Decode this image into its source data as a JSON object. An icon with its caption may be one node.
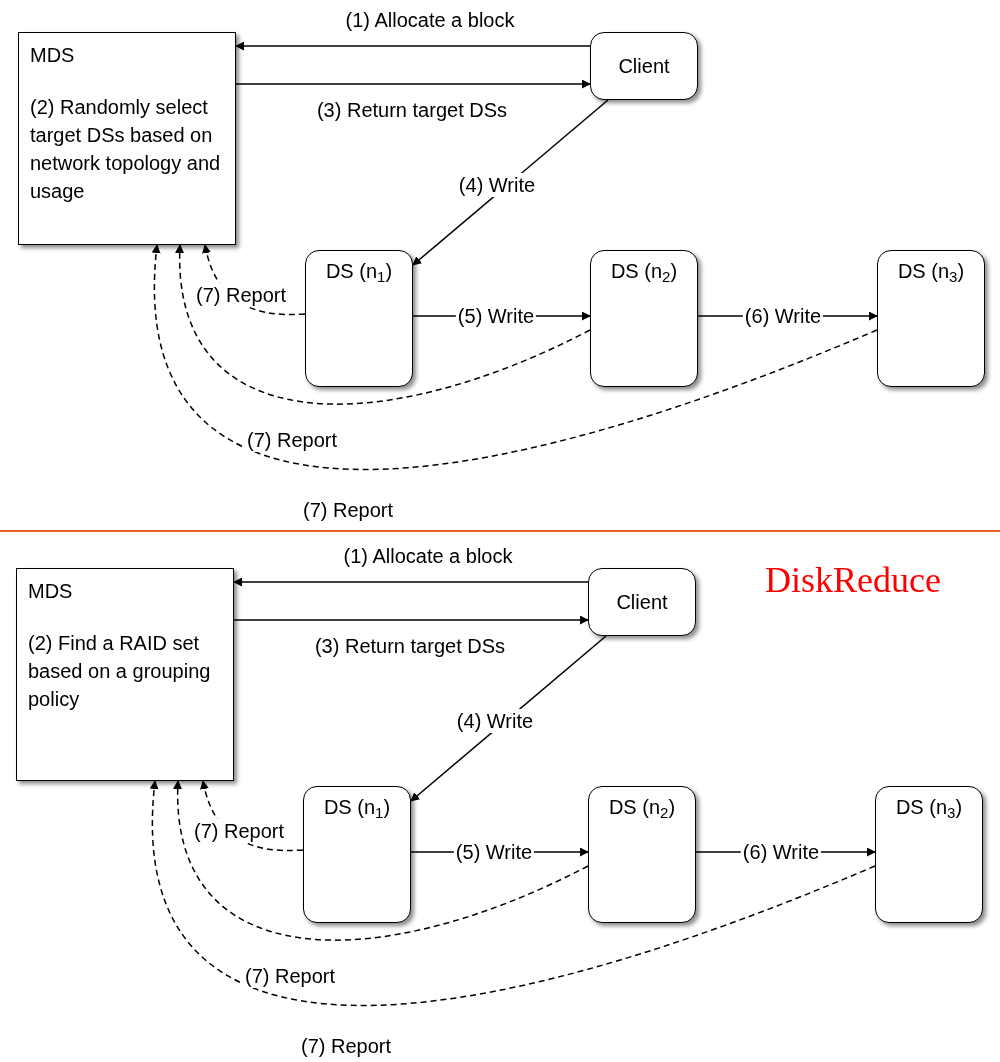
{
  "diagram": {
    "nodes": [
      {
        "text": [
          "MDS",
          "(2) Randomly select target DSs based on network topology and usage"
        ]
      },
      {
        "text": [
          "Client"
        ]
      },
      {
        "text": [
          "DS (n$_{1}$)"
        ]
      },
      {
        "text": [
          "DS (n$_{2}$)"
        ]
      },
      {
        "text": [
          "DS (n$_{3}$)"
        ]
      },
      {
        "text": [
          "MDS",
          "(2) Find a RAID set based on a grouping policy"
        ]
      },
      {
        "text": [
          "Client"
        ]
      },
      {
        "text": [
          "DS (n$_{1}$)"
        ]
      },
      {
        "text": [
          "DS (n$_{2}$)"
        ]
      },
      {
        "text": [
          "DS (n$_{3}$)"
        ]
      }
    ],
    "edges": [
      {
        "from": 1,
        "to": 0,
        "arrow": "to",
        "label": "(1) Allocate a block"
      },
      {
        "from": 0,
        "to": 1,
        "arrow": "to",
        "label": "(3) Return target DSs"
      },
      {
        "from": 1,
        "to": 2,
        "arrow": "to",
        "label": "(4) Write"
      },
      {
        "from": 2,
        "to": 3,
        "arrow": "to",
        "label": "(5) Write"
      },
      {
        "from": 3,
        "to": 4,
        "arrow": "to",
        "label": "(6) Write"
      },
      {
        "from": 2,
        "to": 0,
        "arrow": "to",
        "label": "(7) Report",
        "style": "dashed"
      },
      {
        "from": 3,
        "to": 0,
        "arrow": "to",
        "label": "(7) Report",
        "style": "dashed"
      },
      {
        "from": 4,
        "to": 0,
        "arrow": "to",
        "label": "(7) Report",
        "style": "dashed"
      },
      {
        "from": 6,
        "to": 5,
        "arrow": "to",
        "label": "(1) Allocate a block"
      },
      {
        "from": 5,
        "to": 6,
        "arrow": "to",
        "label": "(3) Return target DSs"
      },
      {
        "from": 6,
        "to": 7,
        "arrow": "to",
        "label": "(4) Write"
      },
      {
        "from": 7,
        "to": 8,
        "arrow": "to",
        "label": "(5) Write"
      },
      {
        "from": 8,
        "to": 9,
        "arrow": "to",
        "label": "(6) Write"
      },
      {
        "from": 7,
        "to": 5,
        "arrow": "to",
        "label": "(7) Report",
        "style": "dashed"
      },
      {
        "from": 8,
        "to": 5,
        "arrow": "to",
        "label": "(7) Report",
        "style": "dashed"
      },
      {
        "from": 9,
        "to": 5,
        "arrow": "to",
        "label": "(7) Report",
        "style": "dashed"
      }
    ],
    "labels": [
      "DiskReduce"
    ]
  }
}
